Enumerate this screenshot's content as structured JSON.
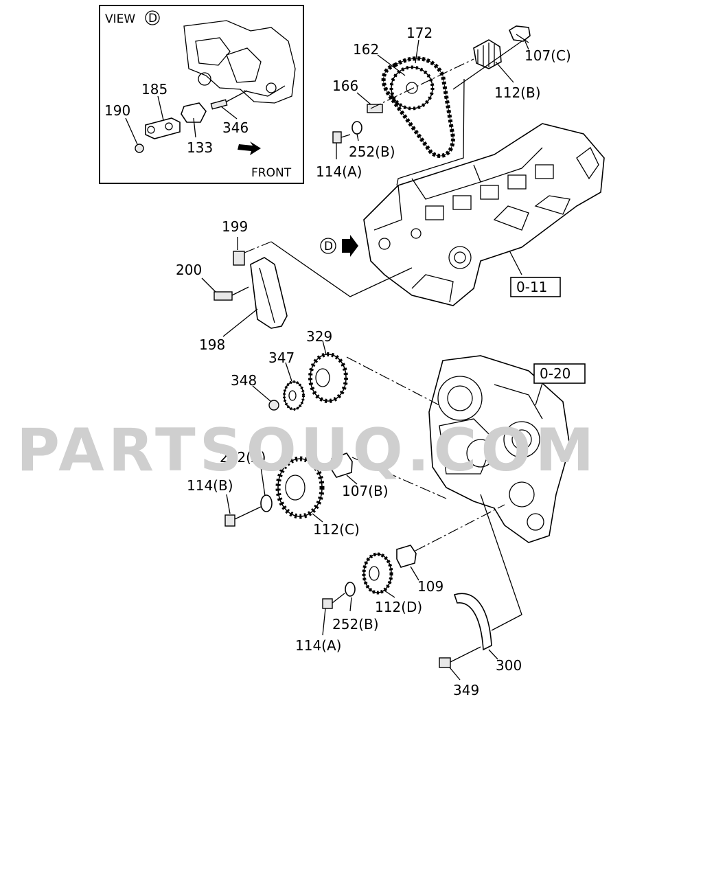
{
  "watermark": "PARTSOUQ.COM",
  "inset": {
    "view_label": "VIEW",
    "view_mark": "D",
    "front_label": "FRONT",
    "labels": {
      "l185": "185",
      "l190": "190",
      "l133": "133",
      "l346": "346"
    }
  },
  "view_mark_main": "D",
  "refs": {
    "head": "0-11",
    "cover": "0-20"
  },
  "labels": {
    "l172": "172",
    "l162": "162",
    "l166": "166",
    "l107c": "107(C)",
    "l112b": "112(B)",
    "l114a_top": "114(A)",
    "l252b_top": "252(B)",
    "l199": "199",
    "l200": "200",
    "l198": "198",
    "l329": "329",
    "l347": "347",
    "l348": "348",
    "l252a": "252(A)",
    "l114b": "114(B)",
    "l107b": "107(B)",
    "l112c": "112(C)",
    "l109": "109",
    "l112d": "112(D)",
    "l252b_bot": "252(B)",
    "l114a_bot": "114(A)",
    "l300": "300",
    "l349": "349"
  }
}
